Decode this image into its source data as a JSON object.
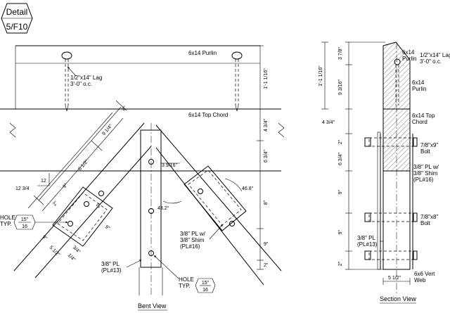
{
  "detail": {
    "label": "Detail",
    "number": "5/F10"
  },
  "bent": {
    "purlin_label": "6x14 Purlin",
    "top_chord_label": "6x14 Top Chord",
    "lag_line1": "1/2\"x14\" Lag",
    "lag_line2": "3'-0\" o.c.",
    "pl_shim_line1": "3/8\" PL w/",
    "pl_shim_line2": "3/8\" Shim",
    "pl_shim_line3": "(PL#16)",
    "pl13_line1": "3/8\" PL",
    "pl13_line2": "(PL#13)",
    "hole_left": "HOLE",
    "typ_left": "TYP.",
    "hole_left_num": "15\"",
    "hole_left_den": "16",
    "hole_bottom": "HOLE",
    "typ_bottom": "TYP.",
    "hole_bottom_num": "15\"",
    "hole_bottom_den": "16",
    "slope_rise": "12",
    "slope_run": "12 3/4",
    "angle_right": "46.8°",
    "angle_center": "43.2°",
    "dims": {
      "d1": "1'-1 1/16\"",
      "d2": "4 3/4\"",
      "d3": "6 3/4\"",
      "d4": "8\"",
      "d5": "9\"",
      "d6": "2\"",
      "diag_a": "9 1/4\"",
      "diag_b": "6 1/2\"",
      "diag_c": "3 9/16\"",
      "top_a": "8\"",
      "small_a": "2\"",
      "small_b": "2\"",
      "small_c": "9\"",
      "small_d": "9\"",
      "small_e": "5 1/2\"",
      "small_f": "3/4\"",
      "small_g": "1/4\"",
      "small_h": "9\""
    },
    "view_title": "Bent View"
  },
  "section": {
    "purlin_line1": "6x14",
    "purlin_line2": "Purlin",
    "lag_line1": "1/2\"x14\" Lag",
    "lag_line2": "3'-0\" o.c.",
    "purlin_body1": "6x14",
    "purlin_body2": "Purlin",
    "chord_line1": "6x14 Top",
    "chord_line2": "Chord",
    "bolt1_line1": "7/8\"x9\"",
    "bolt1_line2": "Bolt",
    "shim_line1": "3/8\" PL w/",
    "shim_line2": "3/8\" Shim",
    "shim_line3": "(PL#16)",
    "bolt2_line1": "7/8\"x8\"",
    "bolt2_line2": "Bolt",
    "pl13_line1": "3/8\" PL",
    "pl13_line2": "(PL#13)",
    "web_line1": "6x6 Vert",
    "web_line2": "Web",
    "dims": {
      "d1": "3 7/8\"",
      "d2": "9 3/16\"",
      "d3": "1'-1 1/16\"",
      "d4": "4 3/4\"",
      "d5": "2\"",
      "d6": "6 3/4\"",
      "d7": "9\"",
      "d8": "9\"",
      "d9": "2\"",
      "d10": "5 1/2\""
    },
    "view_title": "Section View"
  }
}
